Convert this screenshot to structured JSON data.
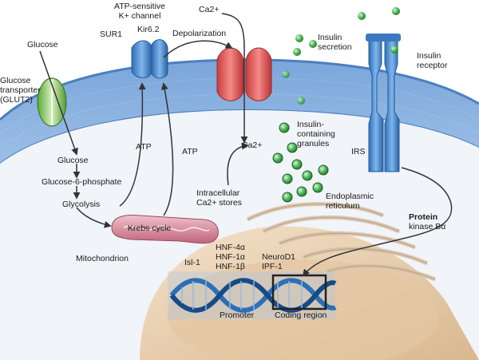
{
  "labels": {
    "glucose_outside": "Glucose",
    "glucose_transporter": [
      "Glucose",
      "transporter",
      "(GLUT2)"
    ],
    "atp_sensitive_channel": [
      "ATP-sensitive",
      "K+ channel"
    ],
    "sur1": "SUR1",
    "kir62": "Kir6.2",
    "depolarization": "Depolarization",
    "calcium_outside": "Ca2+",
    "insulin_secretion": [
      "Insulin",
      "secretion"
    ],
    "insulin_receptor": [
      "Insulin",
      "receptor"
    ],
    "insulin_granules": [
      "Insulin-",
      "containing",
      "granules"
    ],
    "calcium_inside": "Ca2+",
    "irs": "IRS",
    "atp_left": "ATP",
    "atp_right": "ATP",
    "glucose_inside": "Glucose",
    "glucose_6_phosphate": "Glucose-6-phosphate",
    "glycolysis": "Glycolysis",
    "krebs_cycle": "Krebs cycle",
    "mitochondrion": "Mitochondrion",
    "intracellular_stores": [
      "Intracellular",
      "Ca2+ stores"
    ],
    "endoplasmic_reticulum": [
      "Endoplasmic",
      "reticulum"
    ],
    "protein_kinase": [
      "Protein",
      "kinase Bα"
    ],
    "isl1": "Isl-1",
    "hnf_factors": [
      "HNF-4α",
      "HNF-1α",
      "HNF-1β"
    ],
    "neurod1_ipf1": [
      "NeuroD1",
      "IPF-1"
    ],
    "promoter": "Promoter",
    "coding_region": "Coding region"
  },
  "colors": {
    "membrane_top": "#6a9bd6",
    "membrane_band": "#d4e3f3",
    "cytoplasm": "#ecf2f8",
    "nucleus": "#edd3b4",
    "glut2": "#8cc84b",
    "calcium_channel": "#e55a5a",
    "katp_channel": "#4d8fd6",
    "insulin_receptor": "#4f86c9",
    "granule": "#3aa84a",
    "mitochondrion": "#d98b9b",
    "dna": "#2b6fb8",
    "arrow": "#333333"
  }
}
